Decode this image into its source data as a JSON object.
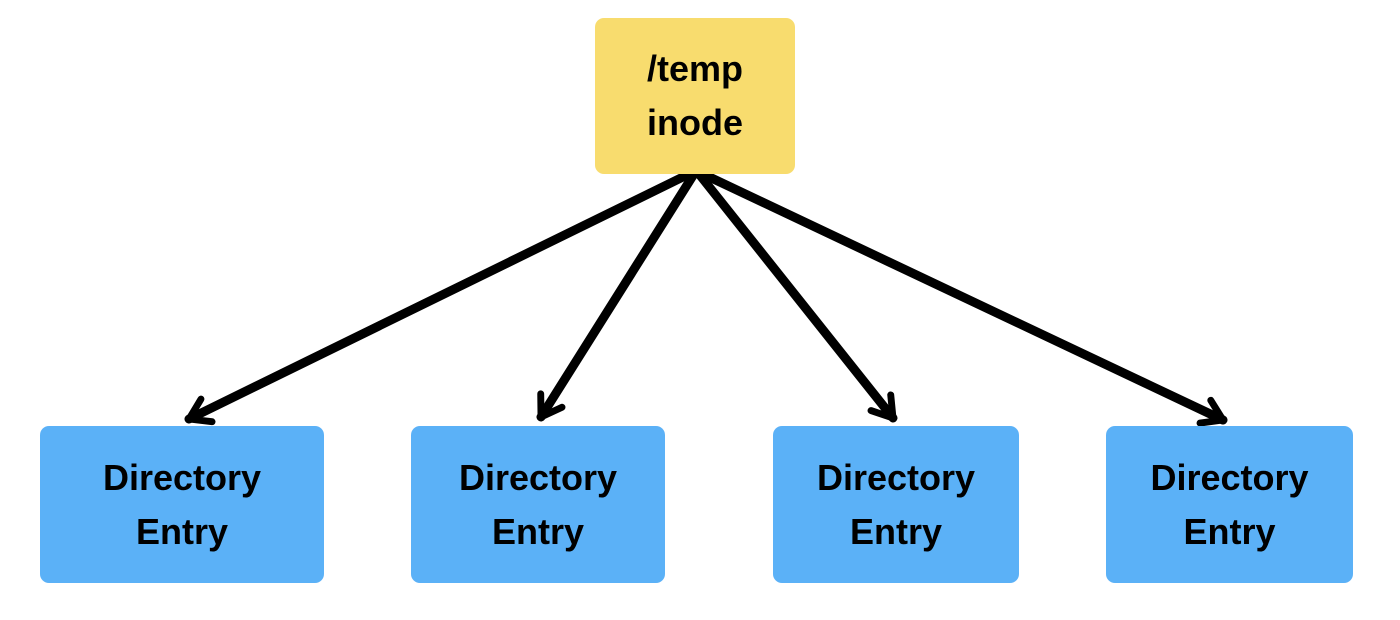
{
  "diagram": {
    "background_color": "#FFFFFF",
    "arrow_color": "#000000",
    "root_node": {
      "id": "temp-inode",
      "label_lines": [
        "/temp",
        "inode"
      ],
      "fill": "#F8DC6E",
      "text_color": "#000000"
    },
    "entry_fill": "#5BB1F7",
    "entry_text_color": "#000000",
    "entry_nodes": [
      {
        "id": "directory-entry-1",
        "label_lines": [
          "Directory",
          "Entry"
        ]
      },
      {
        "id": "directory-entry-2",
        "label_lines": [
          "Directory",
          "Entry"
        ]
      },
      {
        "id": "directory-entry-3",
        "label_lines": [
          "Directory",
          "Entry"
        ]
      },
      {
        "id": "directory-entry-4",
        "label_lines": [
          "Directory",
          "Entry"
        ]
      }
    ],
    "edges": [
      {
        "from": "temp-inode",
        "to": "directory-entry-1"
      },
      {
        "from": "temp-inode",
        "to": "directory-entry-2"
      },
      {
        "from": "temp-inode",
        "to": "directory-entry-3"
      },
      {
        "from": "temp-inode",
        "to": "directory-entry-4"
      }
    ]
  }
}
